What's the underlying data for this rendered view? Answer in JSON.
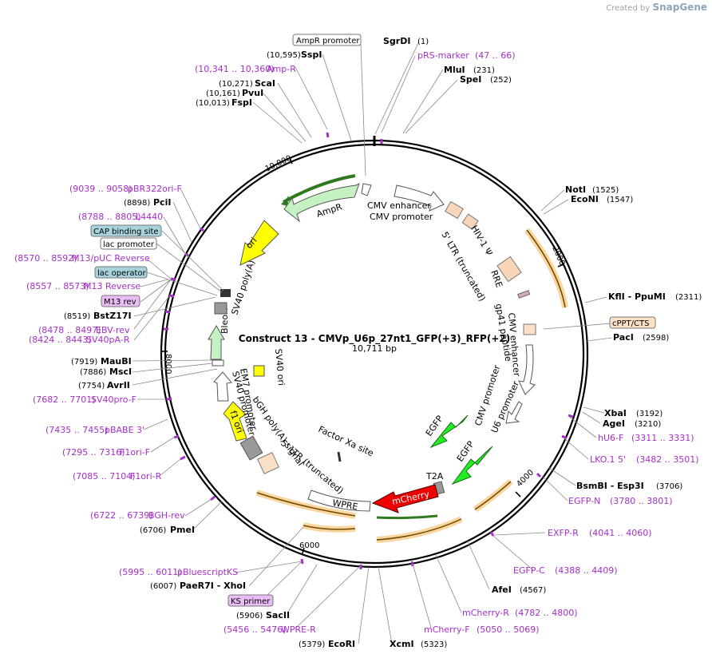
{
  "watermark": {
    "prefix": "Created by",
    "brand": "SnapGene"
  },
  "plasmid": {
    "name": "Construct 13 - CMVp_U6p_27nt1_GFP(+3)_RFP(+2)",
    "size": "10,711 bp"
  },
  "ticks": [
    "2000",
    "4000",
    "6000",
    "8000",
    "10,000"
  ],
  "sites": [
    {
      "id": "pRS-marker",
      "text": "pRS-marker",
      "coord": "(47 .. 66)",
      "type": "primer"
    },
    {
      "id": "SgrDI",
      "text": "SgrDI",
      "coord": "(1)",
      "type": "enzyme"
    },
    {
      "id": "MluI",
      "text": "MluI",
      "coord": "(231)",
      "type": "enzyme"
    },
    {
      "id": "SpeI",
      "text": "SpeI",
      "coord": "(252)",
      "type": "enzyme"
    },
    {
      "id": "NotI",
      "text": "NotI",
      "coord": "(1525)",
      "type": "enzyme"
    },
    {
      "id": "EcoNI",
      "text": "EcoNI",
      "coord": "(1547)",
      "type": "enzyme"
    },
    {
      "id": "KflI",
      "text": "KflI  - PpuMI",
      "coord": "(2311)",
      "type": "enzyme"
    },
    {
      "id": "cPPT",
      "text": "cPPT/CTS",
      "coord": "",
      "type": "feature-box"
    },
    {
      "id": "PacI",
      "text": "PacI",
      "coord": "(2598)",
      "type": "enzyme"
    },
    {
      "id": "XbaI",
      "text": "XbaI",
      "coord": "(3192)",
      "type": "enzyme"
    },
    {
      "id": "AgeI",
      "text": "AgeI",
      "coord": "(3210)",
      "type": "enzyme"
    },
    {
      "id": "hU6-F",
      "text": "hU6-F",
      "coord": "(3311 .. 3331)",
      "type": "primer"
    },
    {
      "id": "LKO.1 5'",
      "text": "LKO.1 5'",
      "coord": "(3482 .. 3501)",
      "type": "primer"
    },
    {
      "id": "BsmBI",
      "text": "BsmBI  - Esp3I",
      "coord": "(3706)",
      "type": "enzyme"
    },
    {
      "id": "EGFP-N",
      "text": "EGFP-N",
      "coord": "(3780 .. 3801)",
      "type": "primer"
    },
    {
      "id": "EXFP-R",
      "text": "EXFP-R",
      "coord": "(4041 .. 4060)",
      "type": "primer"
    },
    {
      "id": "EGFP-C",
      "text": "EGFP-C",
      "coord": "(4388 .. 4409)",
      "type": "primer"
    },
    {
      "id": "AfeI",
      "text": "AfeI",
      "coord": "(4567)",
      "type": "enzyme"
    },
    {
      "id": "mCherry-R",
      "text": "mCherry-R",
      "coord": "(4782 .. 4800)",
      "type": "primer"
    },
    {
      "id": "mCherry-F",
      "text": "mCherry-F",
      "coord": "(5050 .. 5069)",
      "type": "primer"
    },
    {
      "id": "XcmI",
      "text": "XcmI",
      "coord": "(5323)",
      "type": "enzyme"
    },
    {
      "id": "EcoRI",
      "text": "EcoRI",
      "coord": "(5379)",
      "type": "enzyme"
    },
    {
      "id": "WPRE-R",
      "text": "WPRE-R",
      "coord": "(5456 .. 5476)",
      "type": "primer"
    },
    {
      "id": "SacII",
      "text": "SacII",
      "coord": "(5906)",
      "type": "enzyme"
    },
    {
      "id": "KS primer",
      "text": "KS primer",
      "coord": "",
      "type": "primer-box"
    },
    {
      "id": "PaeR7I",
      "text": "PaeR7I  - XhoI",
      "coord": "(6007)",
      "type": "enzyme"
    },
    {
      "id": "pBluescriptKS",
      "text": "pBluescriptKS",
      "coord": "(5995 .. 6011)",
      "type": "primer"
    },
    {
      "id": "PmeI",
      "text": "PmeI",
      "coord": "(6706)",
      "type": "enzyme"
    },
    {
      "id": "BGH-rev",
      "text": "BGH-rev",
      "coord": "(6722 .. 6739)",
      "type": "primer"
    },
    {
      "id": "F1ori-R",
      "text": "F1ori-R",
      "coord": "(7085 .. 7104)",
      "type": "primer"
    },
    {
      "id": "F1ori-F",
      "text": "F1ori-F",
      "coord": "(7295 .. 7316)",
      "type": "primer"
    },
    {
      "id": "pBABE 3'",
      "text": "pBABE 3'",
      "coord": "(7435 .. 7455)",
      "type": "primer"
    },
    {
      "id": "SV40pro-F",
      "text": "SV40pro-F",
      "coord": "(7682 .. 7701)",
      "type": "primer"
    },
    {
      "id": "AvrII",
      "text": "AvrII",
      "coord": "(7754)",
      "type": "enzyme"
    },
    {
      "id": "MscI",
      "text": "MscI",
      "coord": "(7886)",
      "type": "enzyme"
    },
    {
      "id": "MauBI",
      "text": "MauBI",
      "coord": "(7919)",
      "type": "enzyme"
    },
    {
      "id": "SV40pA-R",
      "text": "SV40pA-R",
      "coord": "(8424 .. 8443)",
      "type": "primer"
    },
    {
      "id": "EBV-rev",
      "text": "EBV-rev",
      "coord": "(8478 .. 8497)",
      "type": "primer"
    },
    {
      "id": "BstZ17I",
      "text": "BstZ17I",
      "coord": "(8519)",
      "type": "enzyme"
    },
    {
      "id": "M13 rev",
      "text": "M13 rev",
      "coord": "",
      "type": "primer-box"
    },
    {
      "id": "M13 Reverse",
      "text": "M13 Reverse",
      "coord": "(8557 .. 8573)",
      "type": "primer"
    },
    {
      "id": "lac operator",
      "text": "lac operator",
      "coord": "",
      "type": "teal-box"
    },
    {
      "id": "M13/pUC Reverse",
      "text": "M13/pUC Reverse",
      "coord": "(8570 .. 8592)",
      "type": "primer"
    },
    {
      "id": "lac promoter",
      "text": "lac promoter",
      "coord": "",
      "type": "white-box"
    },
    {
      "id": "CAP binding site",
      "text": "CAP binding site",
      "coord": "",
      "type": "teal-box"
    },
    {
      "id": "L4440",
      "text": "L4440",
      "coord": "(8788 .. 8805)",
      "type": "primer"
    },
    {
      "id": "PciI",
      "text": "PciI",
      "coord": "(8898)",
      "type": "enzyme"
    },
    {
      "id": "pBR322ori-F",
      "text": "pBR322ori-F",
      "coord": "(9039 .. 9058)",
      "type": "primer"
    },
    {
      "id": "FspI",
      "text": "FspI",
      "coord": "(10,013)",
      "type": "enzyme"
    },
    {
      "id": "PvuI",
      "text": "PvuI",
      "coord": "(10,161)",
      "type": "enzyme"
    },
    {
      "id": "ScaI",
      "text": "ScaI",
      "coord": "(10,271)",
      "type": "enzyme"
    },
    {
      "id": "Amp-R",
      "text": "Amp-R",
      "coord": "(10,341 .. 10,360)",
      "type": "primer"
    },
    {
      "id": "SspI",
      "text": "SspI",
      "coord": "(10,595)",
      "type": "enzyme"
    },
    {
      "id": "AmpR promoter",
      "text": "AmpR promoter",
      "coord": "",
      "type": "white-box"
    }
  ],
  "features": {
    "ampr": "AmpR",
    "cmv_enh1": "CMV enhancer",
    "cmv_prom1": "CMV promoter",
    "hiv": "HIV-1 Ψ",
    "ltr5": "5' LTR (truncated)",
    "rre": "RRE",
    "gp41": "gp41 peptide",
    "cmv_enh2": "CMV enhancer",
    "cmv_prom2": "CMV promoter",
    "u6": "U6 promoter",
    "egfp1": "EGFP",
    "egfp2": "EGFP",
    "t2a": "T2A",
    "mcherry": "mCherry",
    "wpre": "WPRE",
    "factor_xa": "Factor Xa site",
    "ltr5b": "5' LTR (truncated)",
    "bgh": "bGH poly(A) signal",
    "f1ori": "f1 ori",
    "sv40_prom": "SV40 promoter",
    "em7": "EM7 promoter",
    "bleor": "BleoR",
    "sv40_ori": "SV40 ori",
    "sv40_pa": "SV40 poly(A) signal",
    "ori": "ori"
  }
}
